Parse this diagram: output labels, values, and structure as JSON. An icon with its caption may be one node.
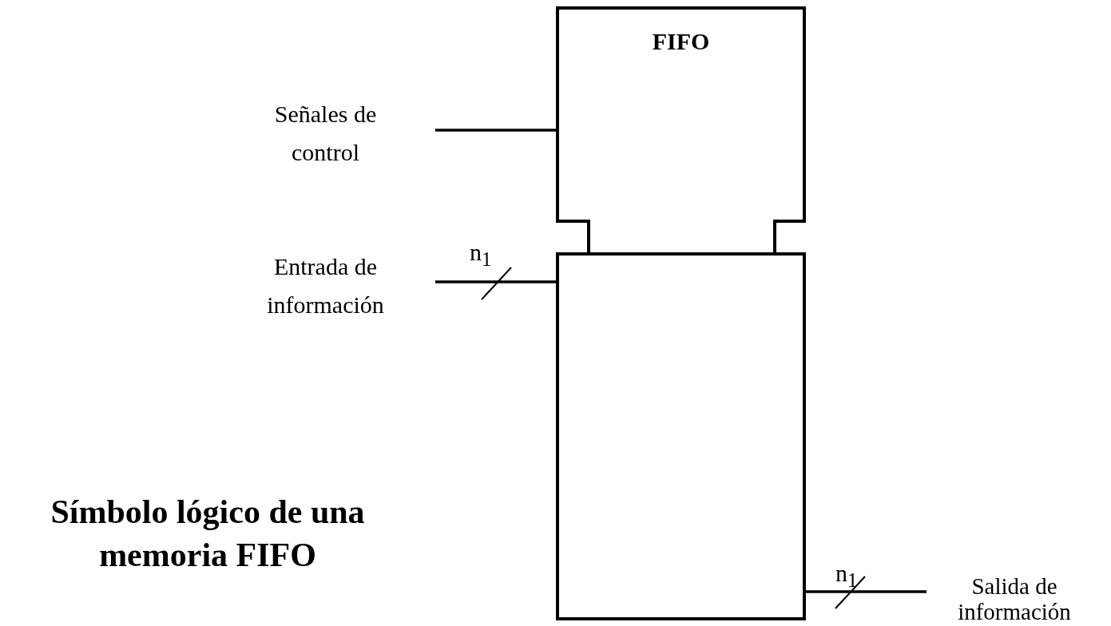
{
  "diagram": {
    "title": "Símbolo lógico de una memoria FIFO",
    "nodes": [
      {
        "text": [
          "FIFO"
        ]
      },
      {
        "text": [],
        "shape": "box"
      },
      {
        "text": [
          "Señales de control"
        ]
      },
      {
        "text": [
          "Entrada de información"
        ]
      },
      {
        "text": [
          "Salida de información"
        ]
      }
    ],
    "edges": [
      {
        "from": 2,
        "to": 0,
        "arrow": "none"
      },
      {
        "from": 3,
        "to": 1,
        "arrow": "none"
      },
      {
        "from": 1,
        "to": 4,
        "arrow": "none"
      }
    ],
    "labels": [
      "n$_{1}$",
      "n$_{1}$"
    ]
  }
}
